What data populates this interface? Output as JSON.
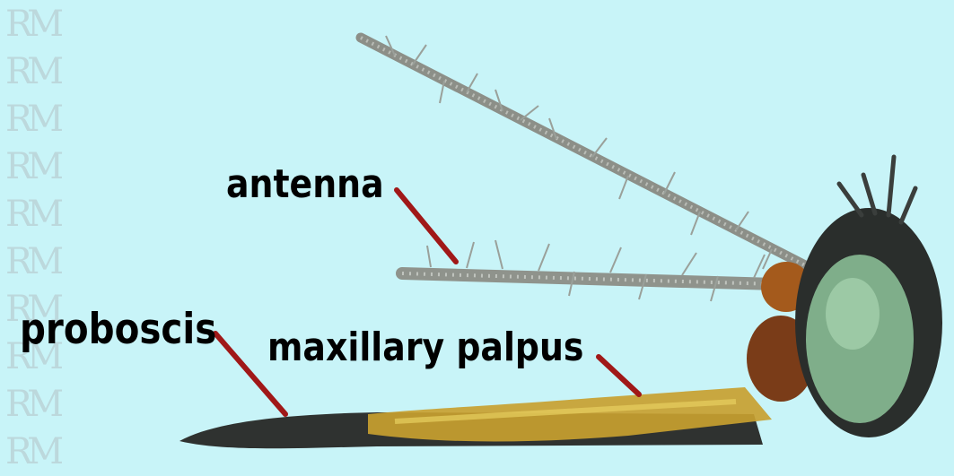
{
  "labels": {
    "antenna": "antenna",
    "proboscis": "proboscis",
    "maxillary_palpus": "maxillary palpus"
  },
  "watermark": "RM",
  "colors": {
    "background": "#c8f4f8",
    "pointer": "#a01818",
    "antenna": "#8c8f88",
    "proboscis": "#2f3230",
    "palpus": "#c8a030",
    "head": "#2a2e2c",
    "eye": "#7fae8a"
  }
}
